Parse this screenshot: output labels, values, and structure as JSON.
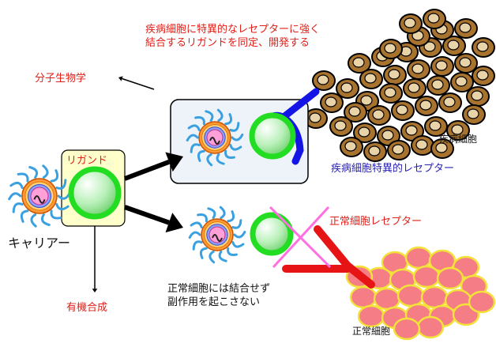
{
  "labels": {
    "design_note": [
      "疾病細胞に特異的なレセプターに強く",
      "結合するリガンドを同定、開発する"
    ],
    "molecular_biology": "分子生物学",
    "ligand": "リガンド",
    "carrier": "キャリアー",
    "organic_synthesis": "有機合成",
    "diseased_cell": "疾病細胞",
    "diseased_receptor": "疾病細胞特異的レセプター",
    "normal_receptor": "正常細胞レセプター",
    "normal_note": [
      "正常細胞には結合せず",
      "副作用を起こさない"
    ],
    "normal_cell": "正常細胞"
  },
  "colors": {
    "label_red": "#e0201a",
    "label_blue": "#2a22b0",
    "diseased_cell_fill": "#a8732e",
    "diseased_cell_outline": "#000000",
    "diseased_receptor": "#1414e6",
    "normal_receptor": "#e61414",
    "normal_cell_fill": "#f47d86",
    "normal_cell_outline": "#f2e23a",
    "ligand_ring": "#22dd22",
    "ligand_box": "#ffffcc",
    "blocked_cross": "#ff6fe0",
    "carrier_chain": "#3aa0e0"
  }
}
